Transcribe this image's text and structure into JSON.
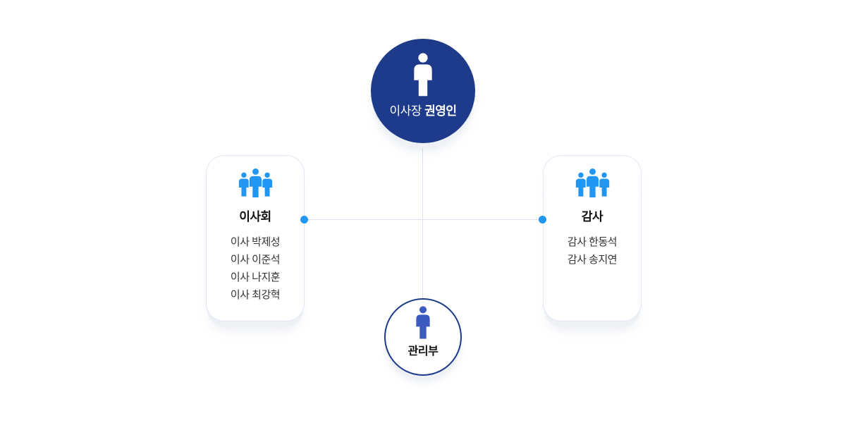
{
  "chart_type": "org-chart",
  "chairman": {
    "role": "이사장",
    "name": "권영인"
  },
  "board": {
    "title": "이사회",
    "members": [
      "이사 박제성",
      "이사 이준석",
      "이사 나지훈",
      "이사 최강혁"
    ]
  },
  "audit": {
    "title": "감사",
    "members": [
      "감사 한동석",
      "감사 송지연"
    ]
  },
  "management": {
    "title": "관리부"
  },
  "icons": {
    "chairman": "person-icon",
    "board": "people-group-icon",
    "audit": "people-group-icon",
    "management": "person-icon"
  },
  "colors": {
    "navy": "#1e3a8a",
    "accent_blue": "#2196f3",
    "royal_blue": "#3c5abf",
    "connector_line": "#dbe2ee",
    "card_border": "#e0e7f4"
  }
}
